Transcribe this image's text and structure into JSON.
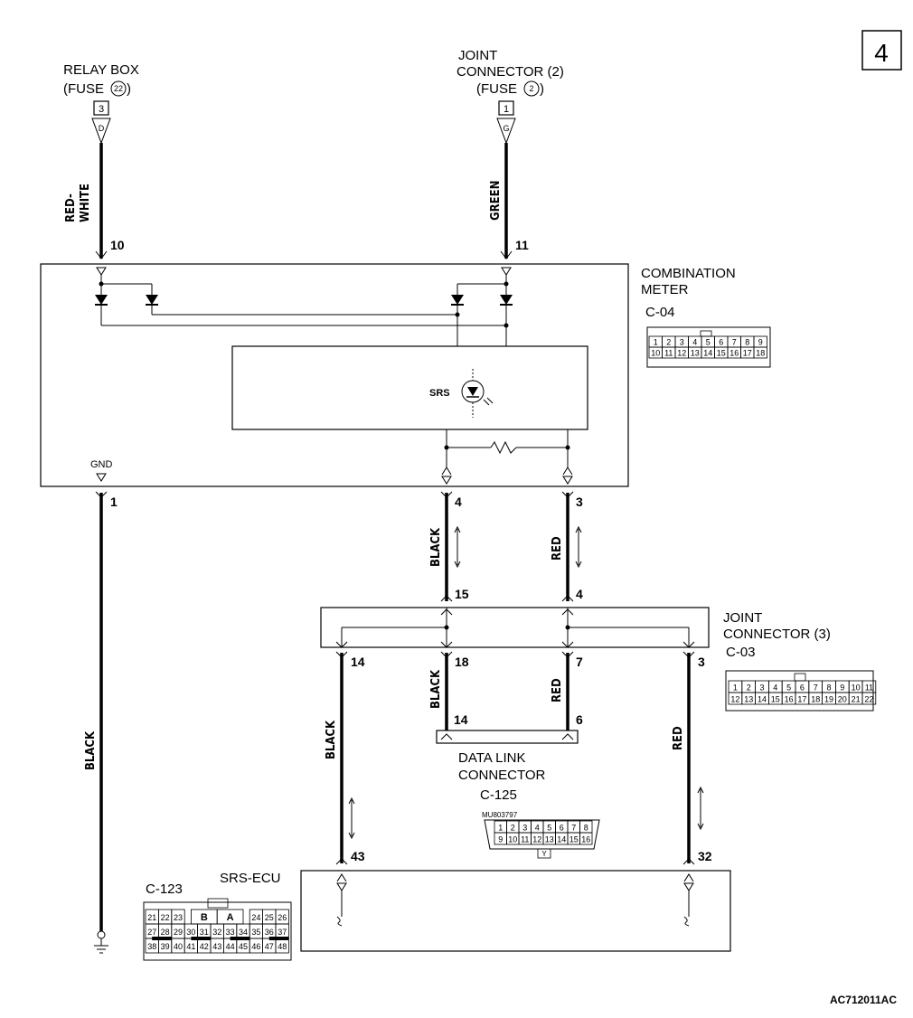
{
  "page_badge": "4",
  "sources": [
    {
      "title": "RELAY BOX",
      "fuse_text": "(FUSE",
      "fuse_no": "22",
      "fuse_close": ")",
      "pin_box": "3",
      "conn": "D"
    },
    {
      "title1": "JOINT",
      "title2": "CONNECTOR (2)",
      "fuse_text": "(FUSE",
      "fuse_no": "2",
      "fuse_close": ")",
      "pin_box": "1",
      "conn": "G"
    }
  ],
  "wires": {
    "red_white_1": "RED-",
    "red_white_2": "WHITE",
    "green": "GREEN",
    "black_gnd": "BLACK",
    "black_4": "BLACK",
    "red_3": "RED",
    "black_14": "BLACK",
    "black_18": "BLACK",
    "red_7": "RED",
    "red_32": "RED"
  },
  "pins": {
    "p10": "10",
    "p11": "11",
    "p1": "1",
    "p4": "4",
    "p3": "3",
    "j15": "15",
    "j4": "4",
    "j14": "14",
    "j18": "18",
    "j7": "7",
    "j3": "3",
    "d14": "14",
    "d6": "6",
    "e43": "43",
    "e32": "32"
  },
  "combination_meter": {
    "name1": "COMBINATION",
    "name2": "METER",
    "conn": "C-04",
    "gnd": "GND",
    "srs": "SRS",
    "row1": [
      "1",
      "2",
      "3",
      "4",
      "5",
      "6",
      "7",
      "8",
      "9"
    ],
    "row2": [
      "10",
      "11",
      "12",
      "13",
      "14",
      "15",
      "16",
      "17",
      "18"
    ]
  },
  "joint3": {
    "name1": "JOINT",
    "name2": "CONNECTOR (3)",
    "conn": "C-03",
    "row1": [
      "1",
      "2",
      "3",
      "4",
      "5",
      "6",
      "7",
      "8",
      "9",
      "10",
      "11"
    ],
    "row2": [
      "12",
      "13",
      "14",
      "15",
      "16",
      "17",
      "18",
      "19",
      "20",
      "21",
      "22"
    ]
  },
  "dlc": {
    "name1": "DATA LINK",
    "name2": "CONNECTOR",
    "conn": "C-125",
    "part": "MU803797",
    "row1": [
      "1",
      "2",
      "3",
      "4",
      "5",
      "6",
      "7",
      "8"
    ],
    "row2": [
      "9",
      "10",
      "11",
      "12",
      "13",
      "14",
      "15",
      "16"
    ],
    "key": "Y"
  },
  "srs_ecu": {
    "name": "SRS-ECU",
    "conn": "C-123",
    "row1": [
      "21",
      "22",
      "23",
      "B",
      "A",
      "24",
      "25",
      "26"
    ],
    "row2": [
      "27",
      "28",
      "29",
      "30",
      "31",
      "32",
      "33",
      "34",
      "35",
      "36",
      "37"
    ],
    "row3": [
      "38",
      "39",
      "40",
      "41",
      "42",
      "43",
      "44",
      "45",
      "46",
      "47",
      "48"
    ]
  },
  "figure_ref": "AC712011AC"
}
